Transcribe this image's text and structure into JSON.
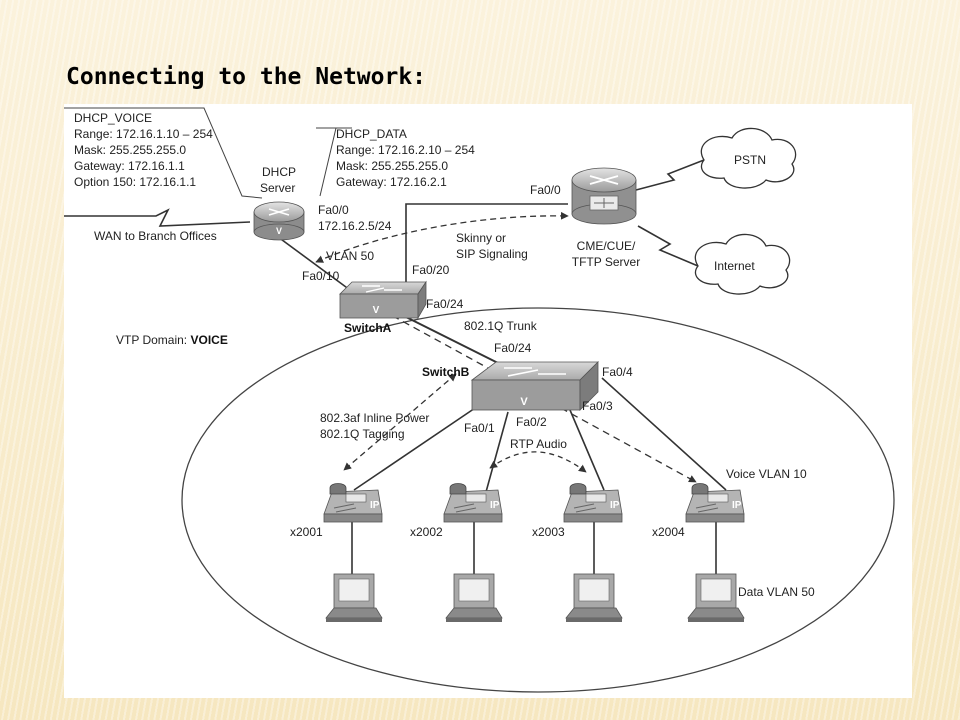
{
  "slide": {
    "title": "Connecting to the Network:"
  },
  "dhcp_voice": {
    "name": "DHCP_VOICE",
    "range": "Range: 172.16.1.10 – 254",
    "mask": "Mask: 255.255.255.0",
    "gateway": "Gateway: 172.16.1.1",
    "option": "Option 150: 172.16.1.1"
  },
  "dhcp_data": {
    "name": "DHCP_DATA",
    "range": "Range: 172.16.2.10 – 254",
    "mask": "Mask: 255.255.255.0",
    "gateway": "Gateway: 172.16.2.1"
  },
  "dhcp_server": {
    "label_1": "DHCP",
    "label_2": "Server",
    "port": "Fa0/0",
    "ip": "172.16.2.5/24",
    "router_mark": "V"
  },
  "wan": {
    "label": "WAN to Branch Offices"
  },
  "cme": {
    "port": "Fa0/0",
    "label_1": "CME/CUE/",
    "label_2": "TFTP Server"
  },
  "clouds": {
    "pstn": "PSTN",
    "internet": "Internet"
  },
  "signaling": {
    "line_1": "Skinny or",
    "line_2": "SIP Signaling"
  },
  "switch_a": {
    "name": "SwitchA",
    "vlan": "VLAN 50",
    "port_10": "Fa0/10",
    "port_20": "Fa0/20",
    "port_24": "Fa0/24",
    "mark": "V"
  },
  "trunk": {
    "label": "802.1Q Trunk"
  },
  "vtp": {
    "prefix": "VTP Domain: ",
    "domain": "VOICE"
  },
  "switch_b": {
    "name": "SwitchB",
    "port_24": "Fa0/24",
    "port_4": "Fa0/4",
    "port_3": "Fa0/3",
    "port_1": "Fa0/1",
    "port_2": "Fa0/2",
    "mark": "V"
  },
  "inline": {
    "line_1": "802.3af Inline Power",
    "line_2": "802.1Q Tagging"
  },
  "rtp": {
    "label": "RTP Audio"
  },
  "voice_vlan": {
    "label": "Voice VLAN 10"
  },
  "data_vlan": {
    "label": "Data VLAN 50"
  },
  "phones": [
    {
      "ext": "x2001",
      "badge": "IP"
    },
    {
      "ext": "x2002",
      "badge": "IP"
    },
    {
      "ext": "x2003",
      "badge": "IP"
    },
    {
      "ext": "x2004",
      "badge": "IP"
    }
  ]
}
